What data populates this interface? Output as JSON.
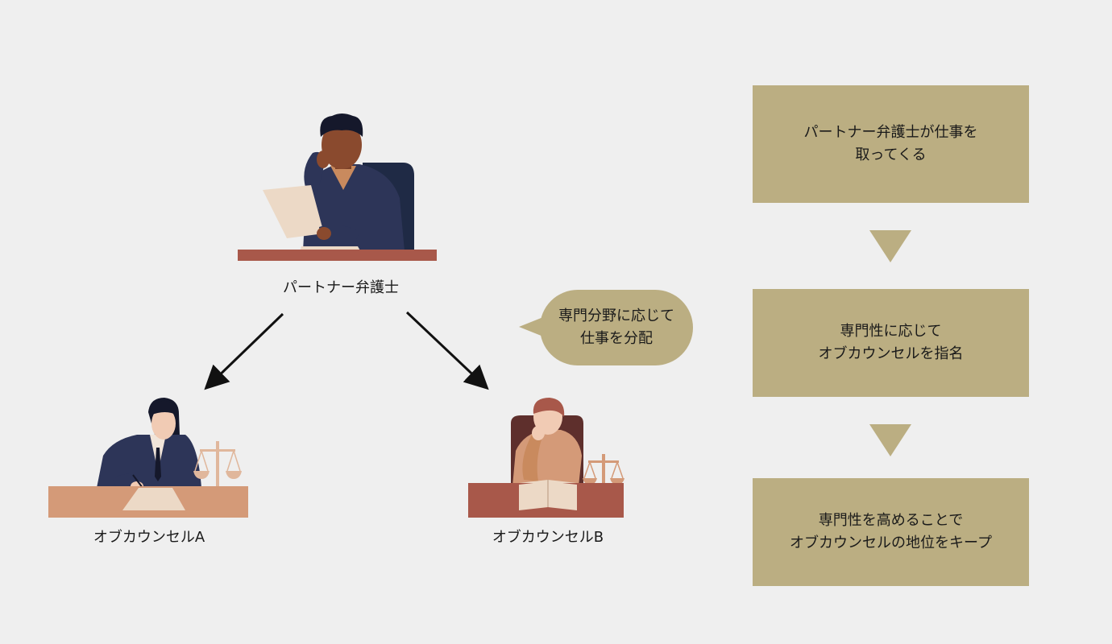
{
  "people": {
    "partner_label": "パートナー弁護士",
    "counsel_a_label": "オブカウンセルA",
    "counsel_b_label": "オブカウンセルB"
  },
  "bubble": {
    "line1": "専門分野に応じて",
    "line2": "仕事を分配"
  },
  "flow": [
    {
      "line1": "パートナー弁護士が仕事を",
      "line2": "取ってくる"
    },
    {
      "line1": "専門性に応じて",
      "line2": "オブカウンセルを指名"
    },
    {
      "line1": "専門性を高めることで",
      "line2": "オブカウンセルの地位をキープ"
    }
  ],
  "colors": {
    "background": "#efefef",
    "flow_box": "#bbae82",
    "navy_suit": "#2d3558",
    "desk_dark": "#a8584a",
    "desk_light": "#d49a78",
    "paper": "#ecd9c6",
    "skin_dark": "#8a4a2e",
    "skin_light": "#f1cbb4"
  },
  "icons": [
    "partner-lawyer-illustration",
    "counsel-a-illustration",
    "counsel-b-illustration",
    "scales-of-justice-icon",
    "arrow-down-left-icon",
    "arrow-down-right-icon",
    "flow-down-triangle-icon"
  ]
}
